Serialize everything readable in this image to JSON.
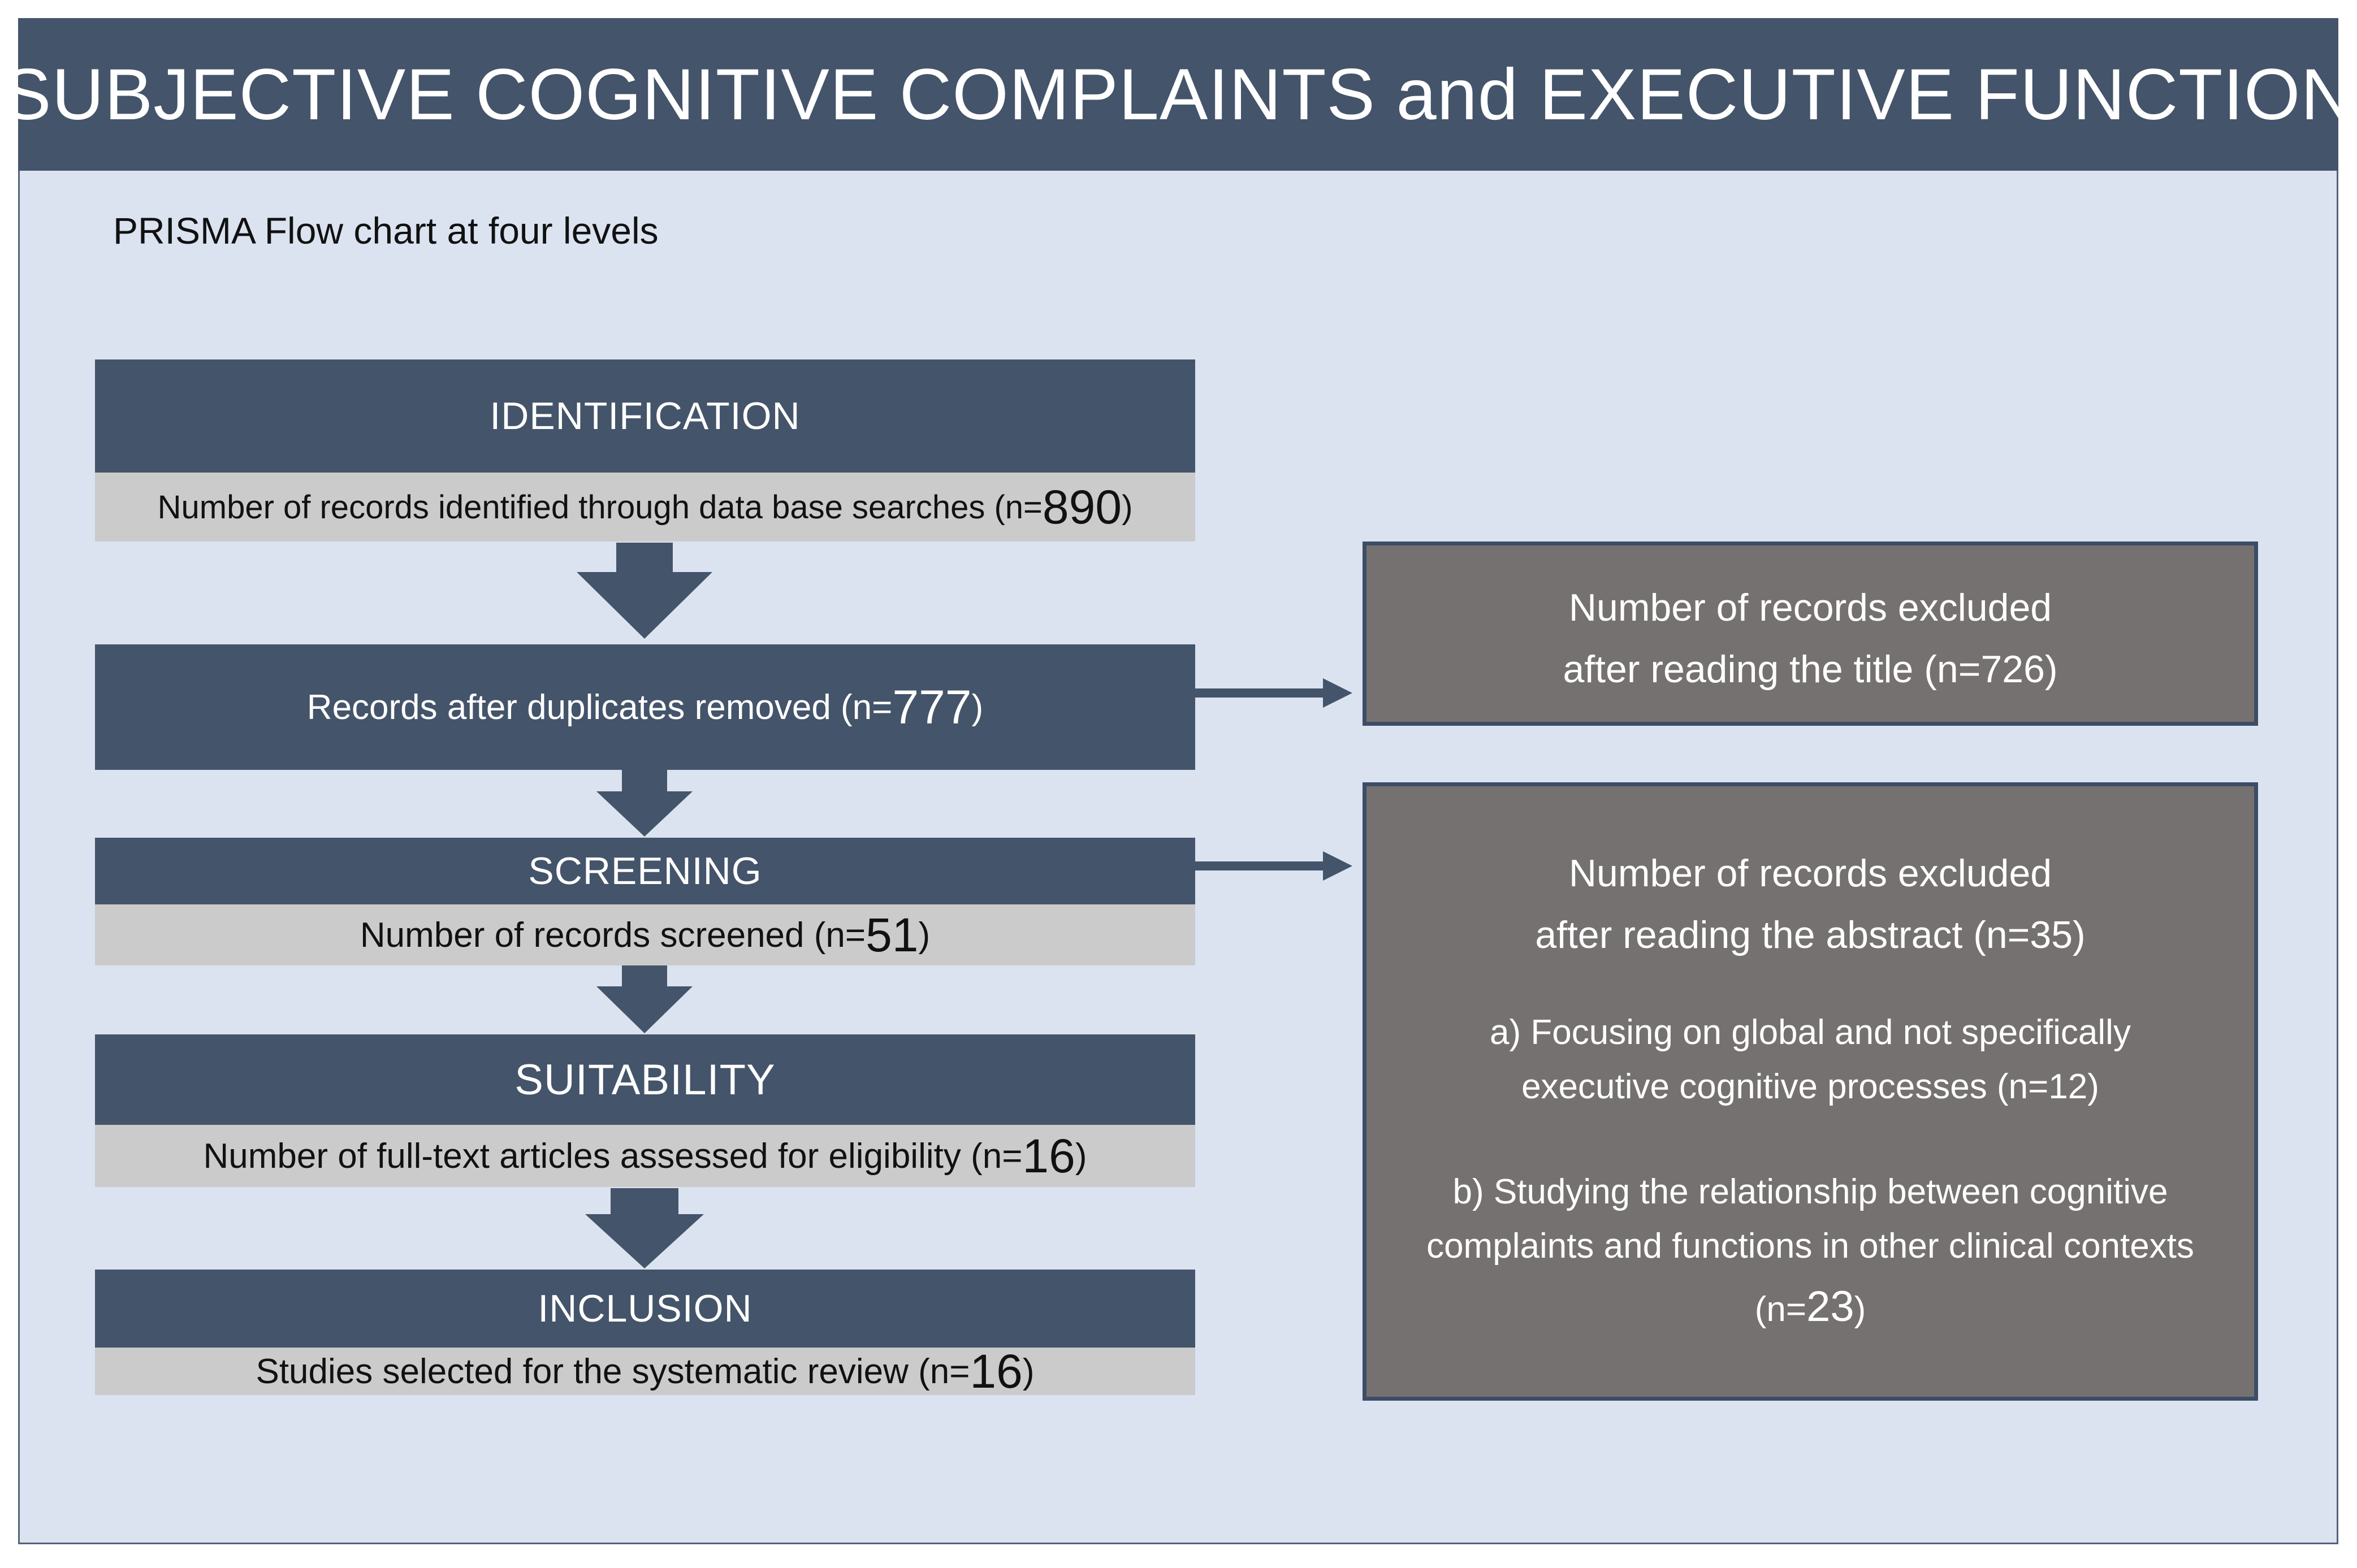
{
  "title": "SUBJECTIVE COGNITIVE COMPLAINTS and EXECUTIVE FUNCTION",
  "subtitle": "PRISMA Flow chart at four levels",
  "identification": {
    "heading": "IDENTIFICATION",
    "text": "Number of records identified through data base searches (n=",
    "n": "890",
    "close": ")"
  },
  "duplicates": {
    "text": "Records after duplicates removed (n=",
    "n": "777",
    "close": ")"
  },
  "screening": {
    "heading": "SCREENING",
    "text": "Number of records screened (n=",
    "n": "51",
    "close": ")"
  },
  "suitability": {
    "heading": "SUITABILITY",
    "text": "Number of full-text articles assessed for eligibility (n=",
    "n": "16",
    "close": ")"
  },
  "inclusion": {
    "heading": "INCLUSION",
    "text": "Studies selected for the systematic review (n=",
    "n": "16",
    "close": ")"
  },
  "excluded_title": {
    "line1": "Number of records excluded",
    "line2": "after reading the title (n=726)"
  },
  "excluded_abstract": {
    "line1": "Number of records excluded",
    "line2": "after reading the abstract (n=35)",
    "a_line1": "a) Focusing on global and not specifically",
    "a_line2": "executive cognitive processes (n=12)",
    "b_line1": "b) Studying the relationship between cognitive",
    "b_line2": "complaints and functions in other clinical contexts",
    "b_line3_pre": "(n=",
    "b_n": "23",
    "b_line3_post": ")"
  },
  "colors": {
    "header": "#44546a",
    "background": "#dbe3f1",
    "stage_box": "#44546a",
    "count_box": "#cbcbcb",
    "exclusion_box": "#767171"
  }
}
